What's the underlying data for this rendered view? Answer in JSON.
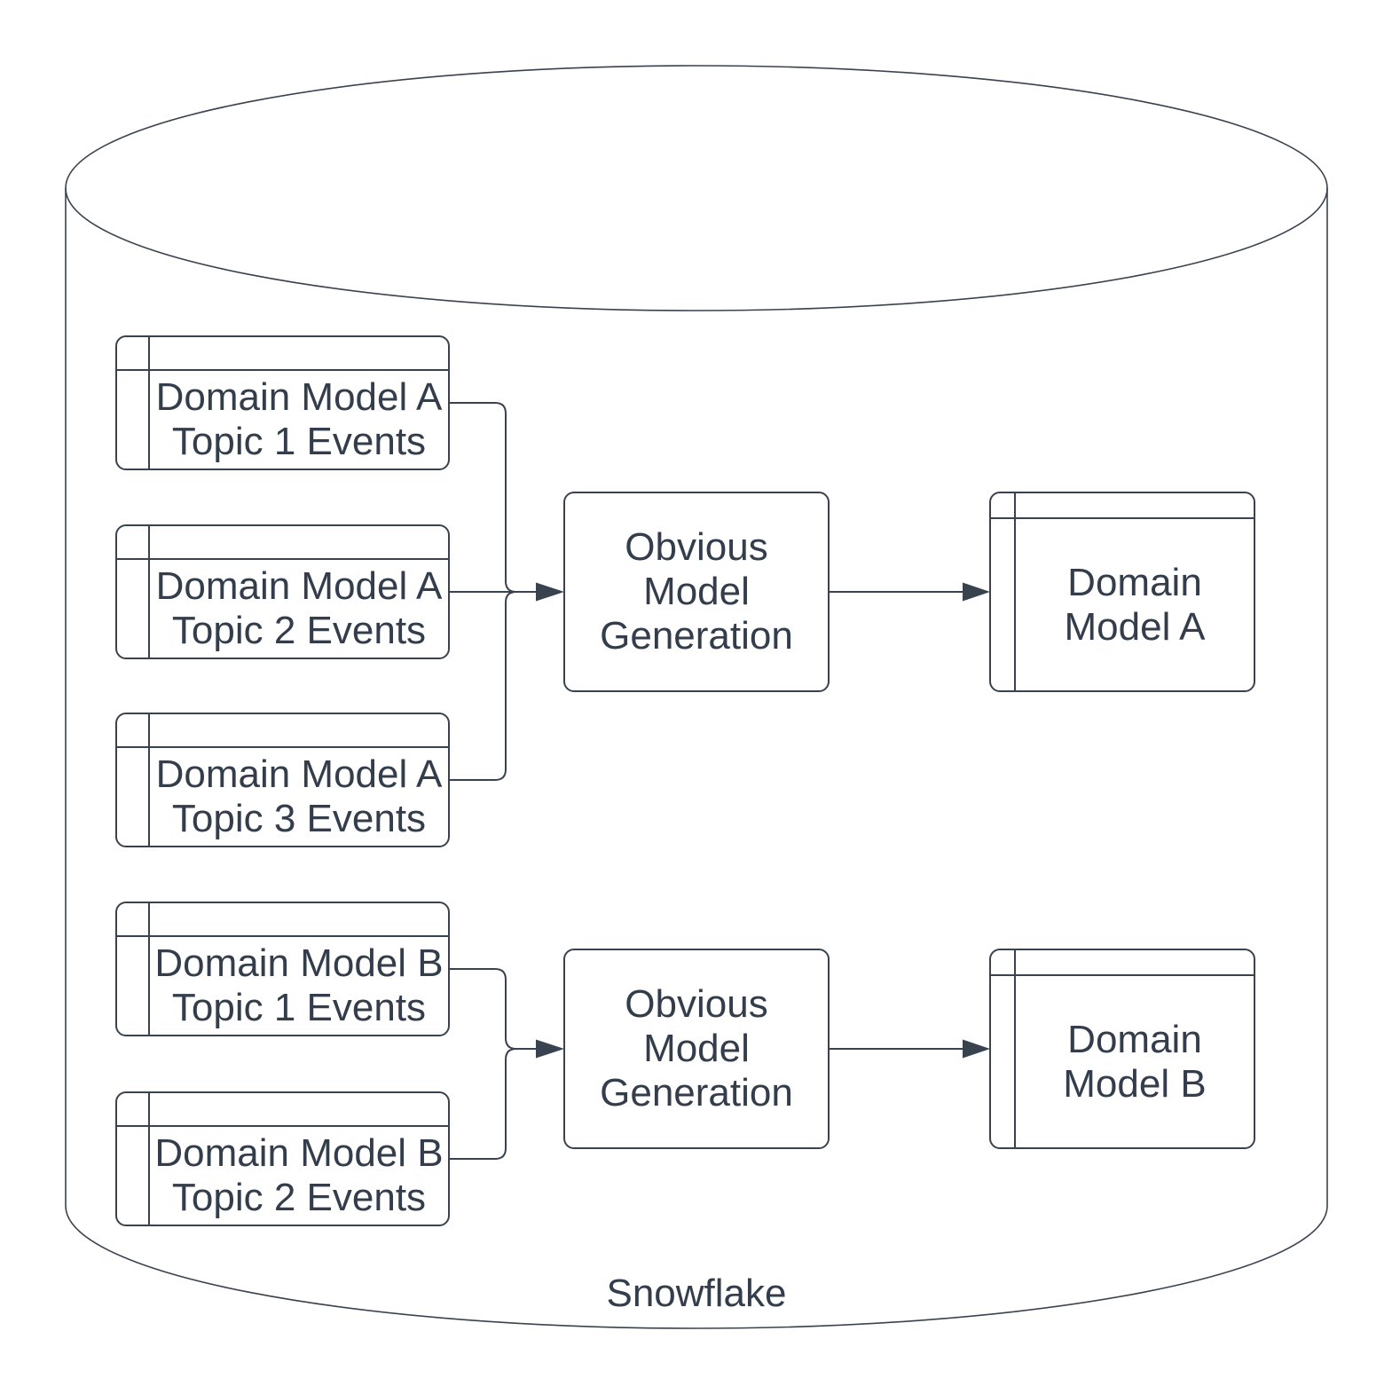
{
  "diagram": {
    "cylinder": {
      "label": "Snowflake"
    },
    "colors": {
      "stroke": "#39424f",
      "text": "#333d4b",
      "background": "#ffffff"
    },
    "group_a": {
      "sources": [
        {
          "label": "Domain Model A\nTopic 1 Events"
        },
        {
          "label": "Domain Model A\nTopic 2 Events"
        },
        {
          "label": "Domain Model A\nTopic 3 Events"
        }
      ],
      "process": {
        "label": "Obvious\nModel\nGeneration"
      },
      "output": {
        "label": "Domain\nModel A"
      }
    },
    "group_b": {
      "sources": [
        {
          "label": "Domain Model B\nTopic 1 Events"
        },
        {
          "label": "Domain Model B\nTopic 2 Events"
        }
      ],
      "process": {
        "label": "Obvious\nModel\nGeneration"
      },
      "output": {
        "label": "Domain\nModel B"
      }
    }
  }
}
